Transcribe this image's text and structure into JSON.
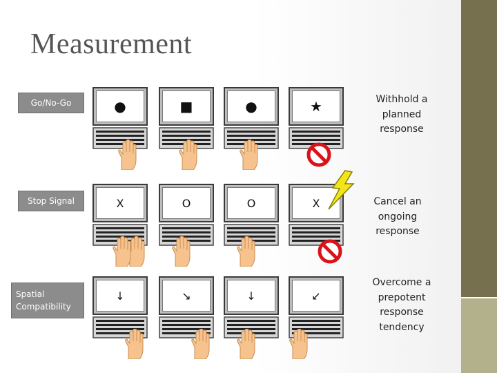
{
  "title": "Measurement",
  "rows": [
    {
      "label": "Go/No-Go",
      "stimuli": [
        "●",
        "■",
        "●",
        "★"
      ],
      "description": [
        "Withhold a",
        "planned",
        "response"
      ]
    },
    {
      "label": "Stop Signal",
      "stimuli": [
        "X",
        "O",
        "O",
        "X"
      ],
      "description": [
        "Cancel an",
        "ongoing",
        "response"
      ]
    },
    {
      "label_lines": [
        "Spatial",
        "Compatibility"
      ],
      "stimuli": [
        "↓",
        "↘",
        "↓",
        "↙"
      ],
      "description": [
        "Overcome a",
        "prepotent",
        "response",
        "tendency"
      ]
    }
  ],
  "icons": {
    "monitor": "computer-monitor-icon",
    "keyboard": "keyboard-icon",
    "hand": "hand-icon",
    "no_sign": "no-entry-icon",
    "stop_signal": "lightning-bolt-icon"
  },
  "colors": {
    "label_box": "#8c8c8c",
    "accent_dark": "#77704f",
    "accent_light": "#b3b08c",
    "no_sign": "#d8141a",
    "bolt": "#f2e51a",
    "hand": "#f6c38f"
  }
}
